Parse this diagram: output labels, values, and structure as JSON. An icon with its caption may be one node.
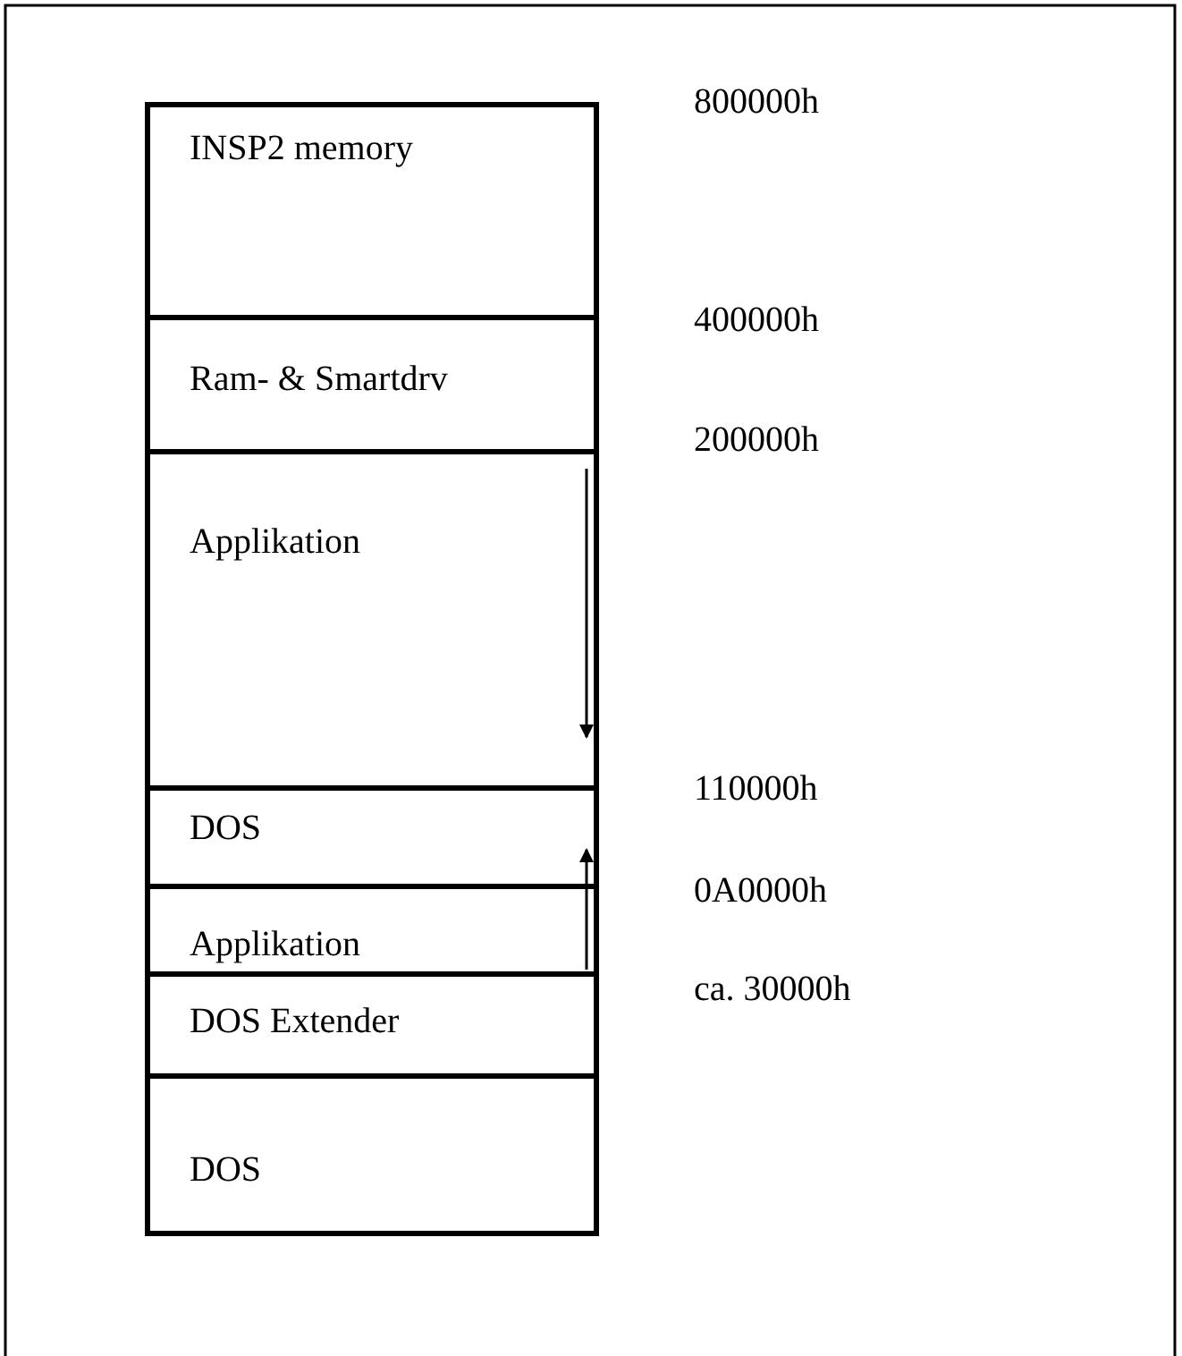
{
  "diagram": {
    "nodes": [
      {
        "text": [
          "INSP2 memory"
        ]
      },
      {
        "text": [
          "Ram- & Smartdrv"
        ]
      },
      {
        "text": [
          "Applikation"
        ]
      },
      {
        "text": [
          "DOS"
        ]
      },
      {
        "text": [
          "Applikation"
        ]
      },
      {
        "text": [
          "DOS Extender"
        ]
      },
      {
        "text": [
          "DOS"
        ]
      }
    ],
    "edges": [
      {
        "from": 4,
        "to": 3,
        "arrow": "to"
      }
    ],
    "labels": [
      "800000h",
      "400000h",
      "200000h",
      "110000h",
      "0A0000h",
      "ca. 30000h"
    ]
  }
}
